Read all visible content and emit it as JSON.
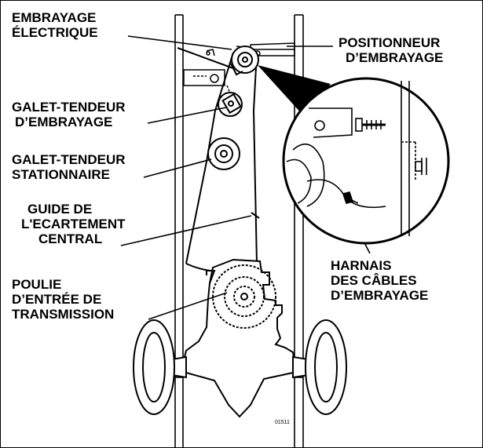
{
  "labels": {
    "embrayage_electrique": [
      "EMBRAYAGE",
      "ÉLECTRIQUE"
    ],
    "positionneur": [
      "POSITIONNEUR",
      "D’EMBRAYAGE"
    ],
    "galet_tendeur_embrayage": [
      "GALET-TENDEUR",
      "D’EMBRAYAGE"
    ],
    "galet_tendeur_stationnaire": [
      "GALET-TENDEUR",
      "STATIONNAIRE"
    ],
    "guide_ecartement": [
      "GUIDE DE",
      "L'ECARTEMENT",
      "CENTRAL"
    ],
    "poulie_entree": [
      "POULIE",
      "D’ENTRÉE DE",
      "TRANSMISSION"
    ],
    "harnais": [
      "HARNAIS",
      "DES CÂBLES",
      "D’EMBRAYAGE"
    ]
  },
  "figure_code": "01511",
  "colors": {
    "ink": "#000000",
    "paper": "#ffffff"
  }
}
